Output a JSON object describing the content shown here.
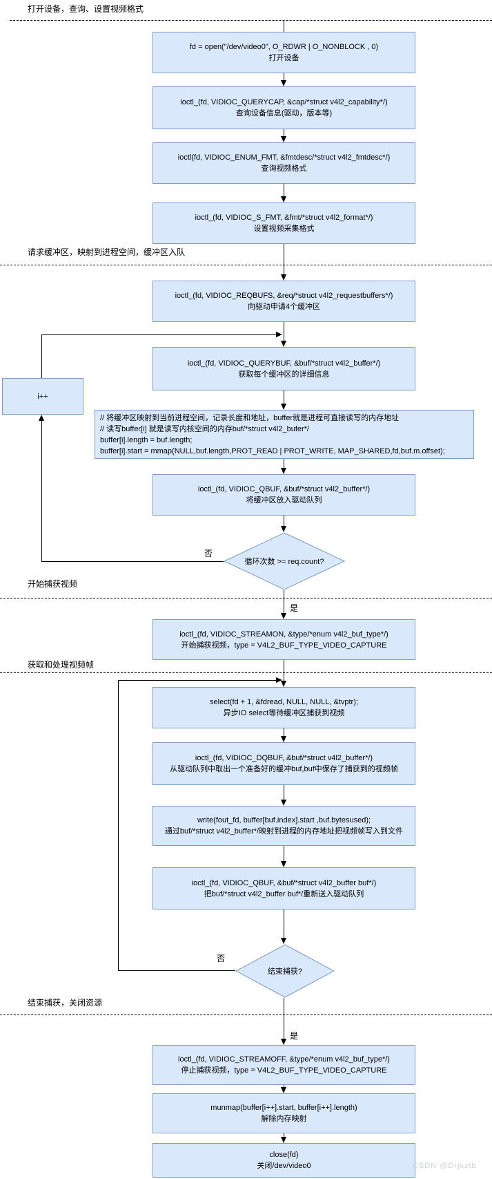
{
  "colors": {
    "node_fill": "#dae8fc",
    "node_border": "#7d9cc4",
    "line": "#000000",
    "watermark_gray": "#ccd1dc"
  },
  "sections": [
    {
      "label": "打开设备，查询、设置视频格式"
    },
    {
      "label": "请求缓冲区，映射到进程空间，缓冲区入队"
    },
    {
      "label": "开始捕获视频"
    },
    {
      "label": "获取和处理视频帧"
    },
    {
      "label": "结束捕获，关闭资源"
    }
  ],
  "nodes": {
    "open": {
      "code": "fd = open(\"/dev/video0\", O_RDWR | O_NONBLOCK , 0)",
      "desc": "打开设备"
    },
    "querycap": {
      "code": "ioctl_(fd, VIDIOC_QUERYCAP, &cap/*struct v4l2_capability*/)",
      "desc": "查询设备信息(驱动，版本等)"
    },
    "enumfmt": {
      "code": "ioctl(fd, VIDIOC_ENUM_FMT, &fmtdesc/*struct v4l2_fmtdesc*/)",
      "desc": "查询视频格式"
    },
    "sfmt": {
      "code": "ioctl_(fd, VIDIOC_S_FMT, &fmt/*struct v4l2_format*/)",
      "desc": "设置视频采集格式"
    },
    "reqbufs": {
      "code": "ioctl_(fd, VIDIOC_REQBUFS, &req/*struct v4l2_requestbuffers*/)",
      "desc": "向驱动申请4个缓冲区"
    },
    "querybuf": {
      "code": "ioctl_(fd, VIDIOC_QUERYBUF, &buf/*struct v4l2_buffer*/)",
      "desc": "获取每个缓冲区的详细信息"
    },
    "mmap": {
      "lines": [
        "// 将缓冲区映射到当前进程空间，记录长度和地址，buffer就是进程可直接读写的内存地址",
        "// 读写buffer[i] 就是读写内核空间的内存buf/*struct v4l2_bufer*/",
        "buffer[i].length = buf.length;",
        "buffer[i].start = mmap(NULL,buf.length,PROT_READ | PROT_WRITE, MAP_SHARED,fd,buf.m.offset);"
      ]
    },
    "qbuf": {
      "code": "ioctl_(fd, VIDIOC_QBUF, &buf/*struct v4l2_buffer*/)",
      "desc": "将缓冲区放入驱动队列"
    },
    "streamon": {
      "code": "ioctl_(fd, VIDIOC_STREAMON, &type/*enum v4l2_buf_type*/)",
      "desc": "开始捕获视频，type = V4L2_BUF_TYPE_VIDEO_CAPTURE"
    },
    "select": {
      "code": "select(fd + 1, &fdread, NULL, NULL, &tvptr);",
      "desc": "异步IO select等待缓冲区捕获到视频"
    },
    "dqbuf": {
      "code": "ioctl_(fd, VIDIOC_DQBUF, &buf/*struct v4l2_buffer*/)",
      "desc": "从驱动队列中取出一个准备好的缓冲buf,buf中保存了捕获到的视频帧"
    },
    "write": {
      "code": "write(fout_fd, buffer[buf.index].start ,buf.bytesused);",
      "desc": "通过buf/*struct v4l2_buffer*/映射到进程的内存地址把视频帧写入到文件"
    },
    "requeue": {
      "code": "ioctl_(fd, VIDIOC_QBUF, &buf/*struct v4l2_buffer buf*/)",
      "desc": "把buf/*struct v4l2_buffer buf*/重新送入驱动队列"
    },
    "streamoff": {
      "code": "ioctl_(fd, VIDIOC_STREAMOFF, &type/*enum v4l2_buf_type*/)",
      "desc": "停止捕获视频，type = V4L2_BUF_TYPE_VIDEO_CAPTURE"
    },
    "munmap": {
      "code": "munmap(buffer[i++].start, buffer[i++].length)",
      "desc": "解除内存映射"
    },
    "close": {
      "code": "close(fd)",
      "desc": "关闭/dev/video0"
    },
    "increment": {
      "label": "i++"
    }
  },
  "decisions": {
    "loop_count": {
      "label": "循环次数 >= req.count?"
    },
    "end_capture": {
      "label": "结束捕获?"
    }
  },
  "edge_labels": {
    "yes": "是",
    "no": "否"
  },
  "watermark": "CSDN @Drjsztb"
}
